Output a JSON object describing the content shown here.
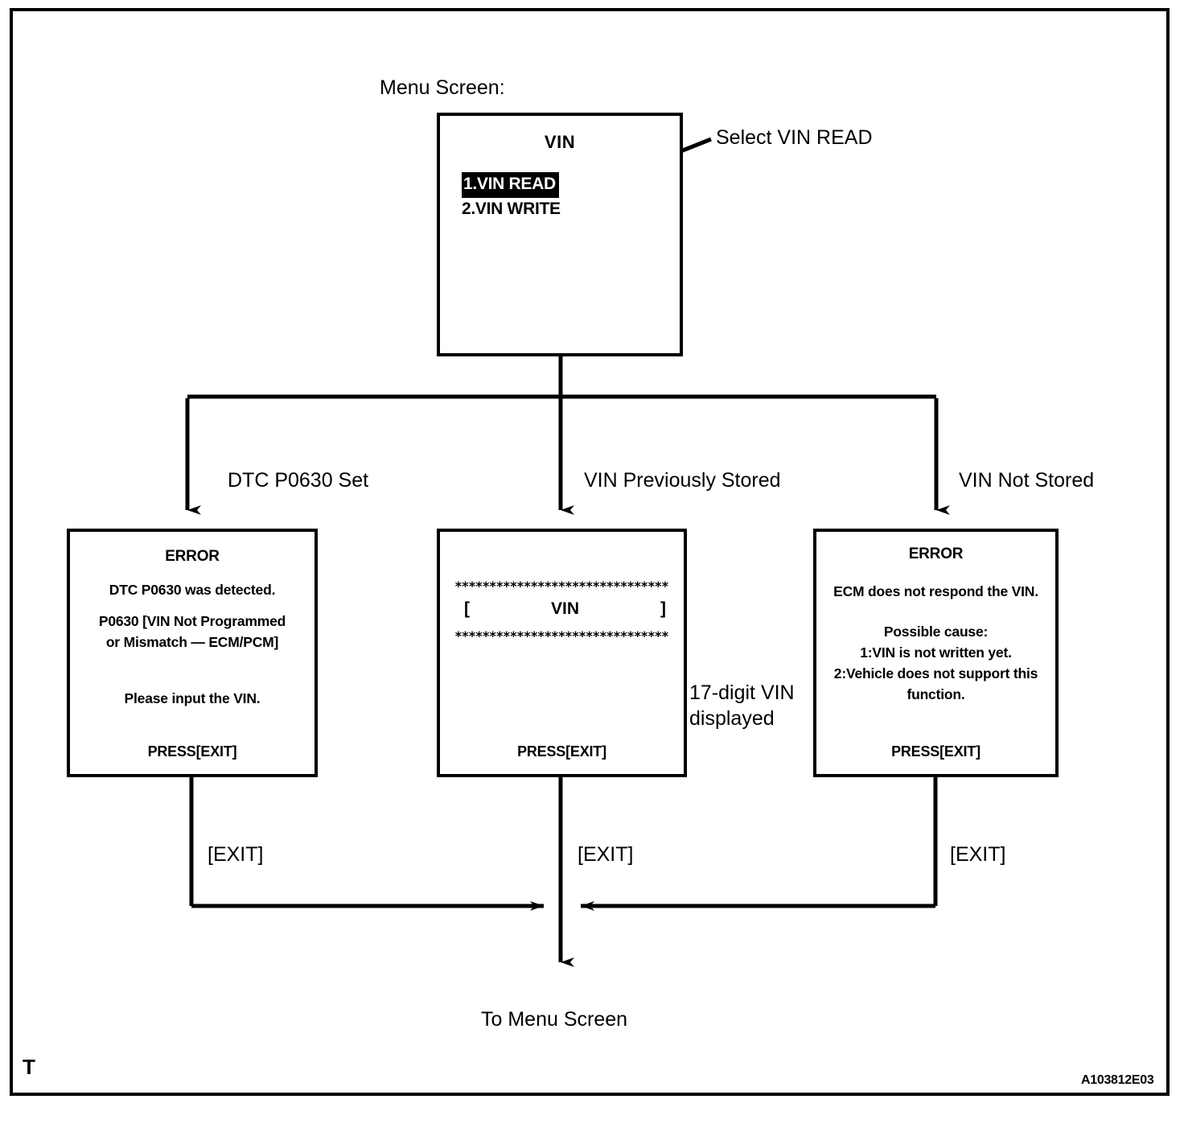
{
  "diagram": {
    "caption": "Menu Screen:",
    "figure_code": "A103812E03",
    "corner_mark": "T",
    "flow_end_label": "To Menu Screen"
  },
  "menu_screen": {
    "title": "VIN",
    "items": [
      {
        "label": "1.VIN READ",
        "selected": true
      },
      {
        "label": "2.VIN WRITE",
        "selected": false
      }
    ],
    "callout": "Select VIN READ"
  },
  "branches": [
    {
      "label": "DTC P0630 Set"
    },
    {
      "label": "VIN Previously Stored"
    },
    {
      "label": "VIN Not Stored"
    }
  ],
  "boxes": {
    "left": {
      "title": "ERROR",
      "lines": [
        "DTC P0630 was detected.",
        "P0630  [VIN Not Programmed",
        "or Mismatch — ECM/PCM]",
        "Please input the VIN."
      ],
      "press": "PRESS[EXIT]"
    },
    "middle": {
      "stars_top": "*******************************",
      "bracket_open": "[",
      "vin_label": "VIN",
      "bracket_close": "]",
      "stars_bottom": "*******************************",
      "press": "PRESS[EXIT]",
      "callout_line1": "17-digit VIN",
      "callout_line2": "displayed"
    },
    "right": {
      "title": "ERROR",
      "lines": [
        "ECM does not respond the VIN.",
        "Possible cause:",
        "1:VIN is not written yet.",
        "2:Vehicle does not support this",
        "function."
      ],
      "press": "PRESS[EXIT]"
    }
  },
  "exit_labels": [
    {
      "label": "[EXIT]"
    },
    {
      "label": "[EXIT]"
    },
    {
      "label": "[EXIT]"
    }
  ],
  "colors": {
    "ink": "#000000",
    "paper": "#ffffff",
    "highlight_bg": "#000000",
    "highlight_fg": "#ffffff"
  }
}
